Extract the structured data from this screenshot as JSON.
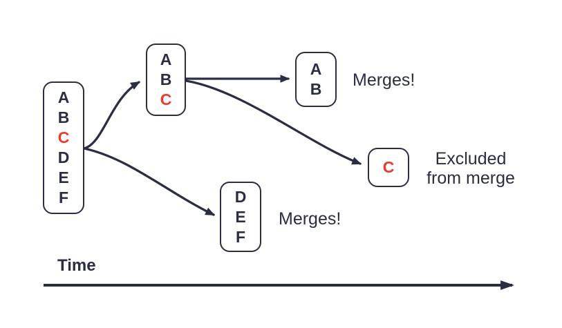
{
  "diagram": {
    "colors": {
      "ink": "#2b2d42",
      "highlight": "#ec3a2f",
      "background": "#ffffff"
    },
    "boxes": {
      "source": {
        "letters": [
          {
            "char": "A",
            "color": "#2b2d42"
          },
          {
            "char": "B",
            "color": "#2b2d42"
          },
          {
            "char": "C",
            "color": "#ec3a2f"
          },
          {
            "char": "D",
            "color": "#2b2d42"
          },
          {
            "char": "E",
            "color": "#2b2d42"
          },
          {
            "char": "F",
            "color": "#2b2d42"
          }
        ]
      },
      "branch_abc": {
        "letters": [
          {
            "char": "A",
            "color": "#2b2d42"
          },
          {
            "char": "B",
            "color": "#2b2d42"
          },
          {
            "char": "C",
            "color": "#ec3a2f"
          }
        ]
      },
      "merged_ab": {
        "letters": [
          {
            "char": "A",
            "color": "#2b2d42"
          },
          {
            "char": "B",
            "color": "#2b2d42"
          }
        ]
      },
      "excluded_c": {
        "letters": [
          {
            "char": "C",
            "color": "#ec3a2f"
          }
        ]
      },
      "branch_def": {
        "letters": [
          {
            "char": "D",
            "color": "#2b2d42"
          },
          {
            "char": "E",
            "color": "#2b2d42"
          },
          {
            "char": "F",
            "color": "#2b2d42"
          }
        ]
      }
    },
    "labels": {
      "merges_top": "Merges!",
      "merges_bottom": "Merges!",
      "excluded_line1": "Excluded",
      "excluded_line2": "from merge",
      "time_axis": "Time"
    }
  }
}
